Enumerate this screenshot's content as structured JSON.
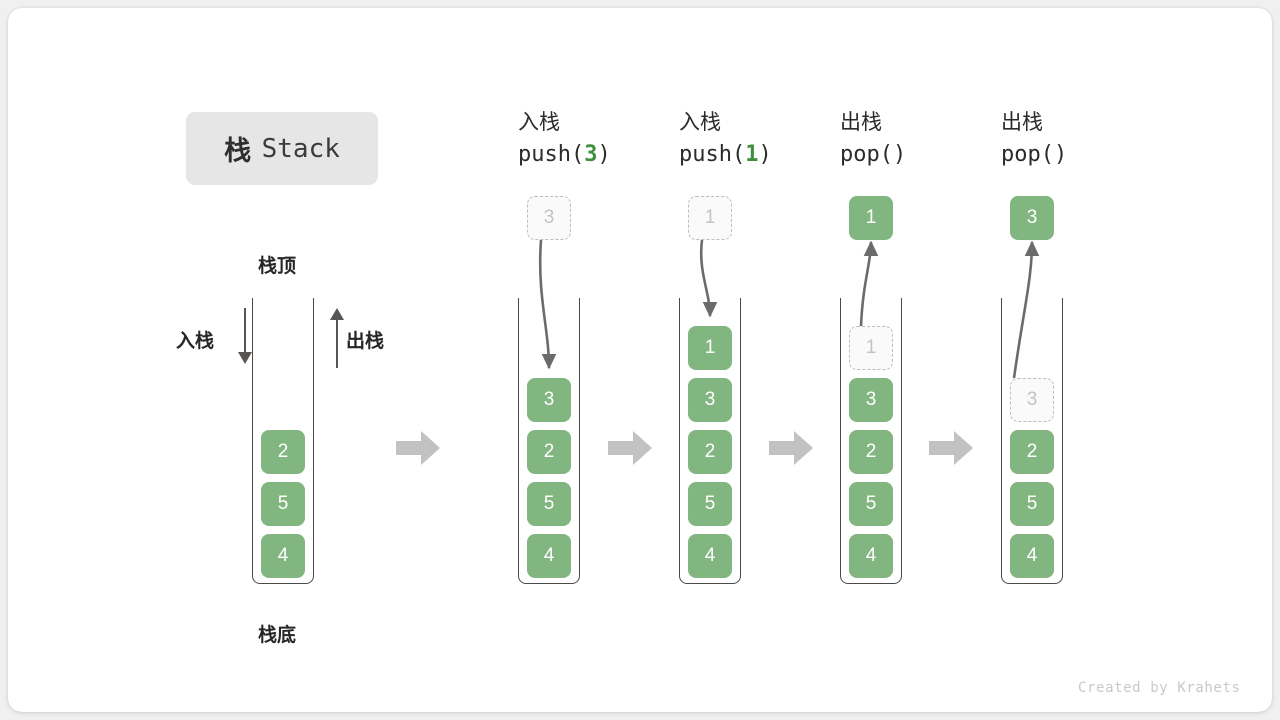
{
  "figure": {
    "title_cn": "栈",
    "title_en": "Stack",
    "footer": "Created by Krahets",
    "top_label": "栈顶",
    "bottom_label": "栈底",
    "side_push_label": "入栈",
    "side_pop_label": "出栈"
  },
  "colors": {
    "element": "#82b681",
    "element_text": "#ffffff",
    "ghost_fill": "#fafafa",
    "ghost_border": "#bdbdbd",
    "ghost_text": "#c3c3c3",
    "container_border": "#4a4a4a",
    "arrow_gray": "#c2c2c2",
    "motion_arrow": "#6b6b6b",
    "title_chip_bg": "#e6e6e6",
    "code_arg_green": "#3f8f3f",
    "text_dark": "#2b2b2b",
    "canvas_bg": "#ffffff",
    "page_bg": "#f0f0f0"
  },
  "columns": [
    {
      "id": "initial",
      "header_cn": "",
      "header_code": "",
      "code_prefix": "",
      "code_arg": "",
      "code_suffix": "",
      "cells": [
        "2",
        "5",
        "4"
      ],
      "ghost_in_stack": null,
      "floating": null,
      "floating_kind": null,
      "motion": null
    },
    {
      "id": "push-3",
      "header_cn": "入栈",
      "header_code": "push(3)",
      "code_prefix": "push(",
      "code_arg": "3",
      "code_suffix": ")",
      "cells": [
        "3",
        "2",
        "5",
        "4"
      ],
      "ghost_in_stack": null,
      "floating": "3",
      "floating_kind": "ghost",
      "motion": "down"
    },
    {
      "id": "push-1",
      "header_cn": "入栈",
      "header_code": "push(1)",
      "code_prefix": "push(",
      "code_arg": "1",
      "code_suffix": ")",
      "cells": [
        "1",
        "3",
        "2",
        "5",
        "4"
      ],
      "ghost_in_stack": null,
      "floating": "1",
      "floating_kind": "ghost",
      "motion": "down"
    },
    {
      "id": "pop-1",
      "header_cn": "出栈",
      "header_code": "pop()",
      "code_prefix": "pop(",
      "code_arg": "",
      "code_suffix": ")",
      "cells": [
        "3",
        "2",
        "5",
        "4"
      ],
      "ghost_in_stack": "1",
      "floating": "1",
      "floating_kind": "filled",
      "motion": "up"
    },
    {
      "id": "pop-3",
      "header_cn": "出栈",
      "header_code": "pop()",
      "code_prefix": "pop(",
      "code_arg": "",
      "code_suffix": ")",
      "cells": [
        "2",
        "5",
        "4"
      ],
      "ghost_in_stack": "3",
      "floating": "3",
      "floating_kind": "filled",
      "motion": "up"
    }
  ],
  "step_arrows": 4
}
